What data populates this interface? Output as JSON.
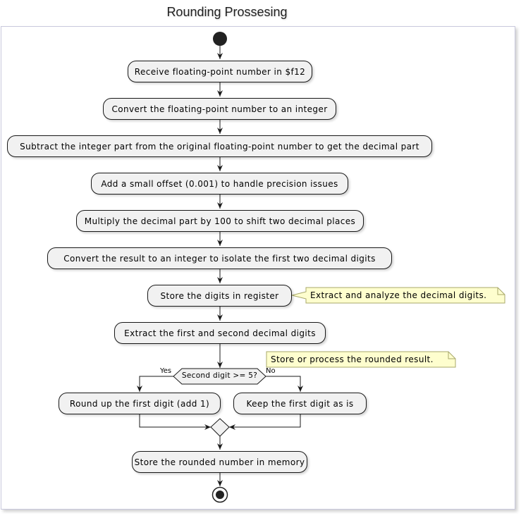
{
  "title": "Rounding Prossesing",
  "activities": {
    "receive": "Receive floating-point number in $f12",
    "convert_int": "Convert the floating-point number to an integer",
    "subtract": "Subtract the integer part from the original floating-point number to get the decimal part",
    "offset": "Add a small offset (0.001) to handle precision issues",
    "multiply": "Multiply the decimal part by 100 to shift two decimal places",
    "convert_result": "Convert the result to an integer to isolate the first two decimal digits",
    "store_digits": "Store the digits in register",
    "extract": "Extract the first and second decimal digits",
    "round_up": "Round up the first digit (add 1)",
    "keep": "Keep the first digit as is",
    "store_rounded": "Store the rounded number in memory"
  },
  "notes": {
    "analyze": "Extract and analyze the decimal digits.",
    "process": "Store or process the rounded result."
  },
  "decision": {
    "question": "Second digit >= 5?",
    "yes_label": "Yes",
    "no_label": "No"
  },
  "colors": {
    "activity_fill": "#f1f1f1",
    "note_fill": "#fefece",
    "note_border": "#a8a86b",
    "stroke": "#181818"
  }
}
